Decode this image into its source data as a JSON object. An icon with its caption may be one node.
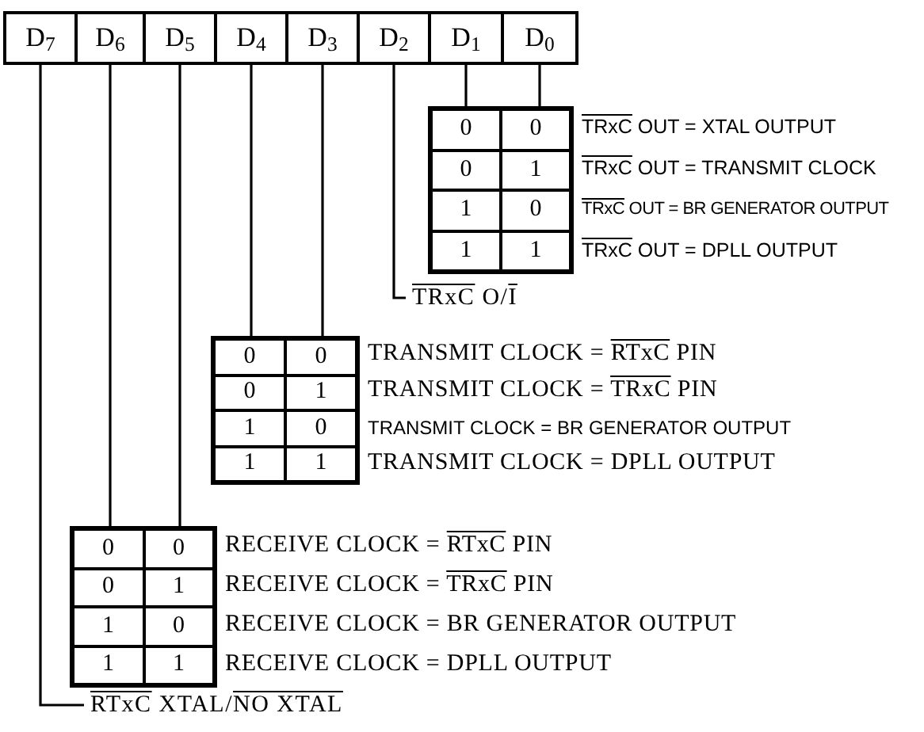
{
  "diagram": {
    "nodes": [
      {
        "text": [
          "D$_{7}$"
        ]
      },
      {
        "text": [
          "D$_{6}$"
        ]
      },
      {
        "text": [
          "D$_{5}$"
        ]
      },
      {
        "text": [
          "D$_{4}$"
        ]
      },
      {
        "text": [
          "D$_{3}$"
        ]
      },
      {
        "text": [
          "D$_{2}$"
        ]
      },
      {
        "text": [
          "D$_{1}$"
        ]
      },
      {
        "text": [
          "D$_{0}$"
        ]
      },
      {
        "text": [
          "0",
          "0",
          "0",
          "1",
          "1",
          "0",
          "1",
          "1"
        ],
        "beside": [
          "TRxC OUT = XTAL OUTPUT",
          "TRxC OUT = TRANSMIT CLOCK",
          "TRxC OUT = BR GENERATOR OUTPUT",
          "TRxC OUT = DPLL OUTPUT"
        ]
      },
      {
        "text": [
          "TRxC O/I"
        ]
      },
      {
        "text": [
          "0",
          "0",
          "0",
          "1",
          "1",
          "0",
          "1",
          "1"
        ],
        "beside": [
          "TRANSMIT CLOCK = RTxC PIN",
          "TRANSMIT CLOCK = TRxC PIN",
          "TRANSMIT CLOCK = BR GENERATOR OUTPUT",
          "TRANSMIT CLOCK = DPLL OUTPUT"
        ]
      },
      {
        "text": [
          "0",
          "0",
          "0",
          "1",
          "1",
          "0",
          "1",
          "1"
        ],
        "beside": [
          "RECEIVE CLOCK = RTxC PIN",
          "RECEIVE CLOCK = TRxC PIN",
          "RECEIVE CLOCK = BR GENERATOR OUTPUT",
          "RECEIVE CLOCK = DPLL OUTPUT"
        ]
      },
      {
        "text": [
          "RTxC XTAL/NO XTAL"
        ]
      }
    ],
    "edges": [
      {
        "from": 6,
        "to": 8,
        "arrow": "none"
      },
      {
        "from": 7,
        "to": 8,
        "arrow": "none"
      },
      {
        "from": 5,
        "to": 9,
        "arrow": "none"
      },
      {
        "from": 3,
        "to": 10,
        "arrow": "none"
      },
      {
        "from": 4,
        "to": 10,
        "arrow": "none"
      },
      {
        "from": 1,
        "to": 11,
        "arrow": "none"
      },
      {
        "from": 2,
        "to": 11,
        "arrow": "none"
      },
      {
        "from": 0,
        "to": 12,
        "arrow": "none"
      }
    ]
  }
}
